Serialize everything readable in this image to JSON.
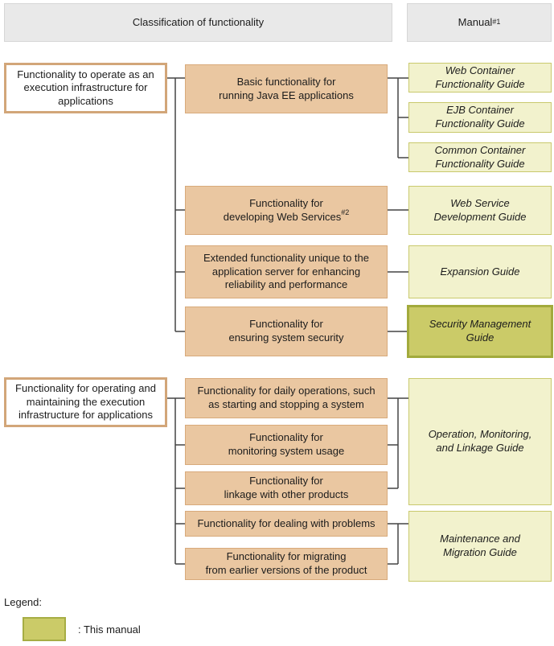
{
  "header": {
    "classification_label": "Classification of functionality",
    "manual_label": "Manual",
    "manual_note_ref": "#1"
  },
  "category_boxes": [
    {
      "text": "Functionality to operate as an\nexecution infrastructure for\napplications"
    },
    {
      "text": "Functionality for operating and\nmaintaining the execution\ninfrastructure for applications"
    }
  ],
  "function_boxes": [
    {
      "text": "Basic functionality for\nrunning Java EE applications"
    },
    {
      "text": "Functionality for\ndeveloping Web Services",
      "note_ref": "#2"
    },
    {
      "text": "Extended functionality unique to the\napplication server for enhancing\nreliability and performance"
    },
    {
      "text": "Functionality for\nensuring system security"
    },
    {
      "text": "Functionality for daily operations, such\nas starting and stopping a system"
    },
    {
      "text": "Functionality for\nmonitoring system usage"
    },
    {
      "text": "Functionality for\nlinkage with other products"
    },
    {
      "text": "Functionality for dealing with problems"
    },
    {
      "text": "Functionality for migrating\nfrom earlier versions of the product"
    }
  ],
  "manual_boxes": [
    {
      "text": "Web Container\nFunctionality Guide",
      "highlight": false
    },
    {
      "text": "EJB Container\nFunctionality Guide",
      "highlight": false
    },
    {
      "text": "Common Container\nFunctionality Guide",
      "highlight": false
    },
    {
      "text": "Web Service\nDevelopment Guide",
      "highlight": false
    },
    {
      "text": "Expansion Guide",
      "highlight": false
    },
    {
      "text": "Security Management\nGuide",
      "highlight": true
    },
    {
      "text": "Operation, Monitoring,\nand Linkage Guide",
      "highlight": false
    },
    {
      "text": "Maintenance and\nMigration Guide",
      "highlight": false
    }
  ],
  "legend": {
    "label": "Legend:",
    "swatch_caption": ": This manual"
  },
  "colors": {
    "header_fill": "#e9e9e9",
    "category_border": "#d2a679",
    "function_fill": "#eac7a1",
    "function_border": "#d8aa7b",
    "manual_fill": "#f2f2cd",
    "manual_border": "#c9c96d",
    "highlight_fill": "#cbcb68",
    "highlight_border": "#a2aa3c",
    "connector": "#444444"
  }
}
